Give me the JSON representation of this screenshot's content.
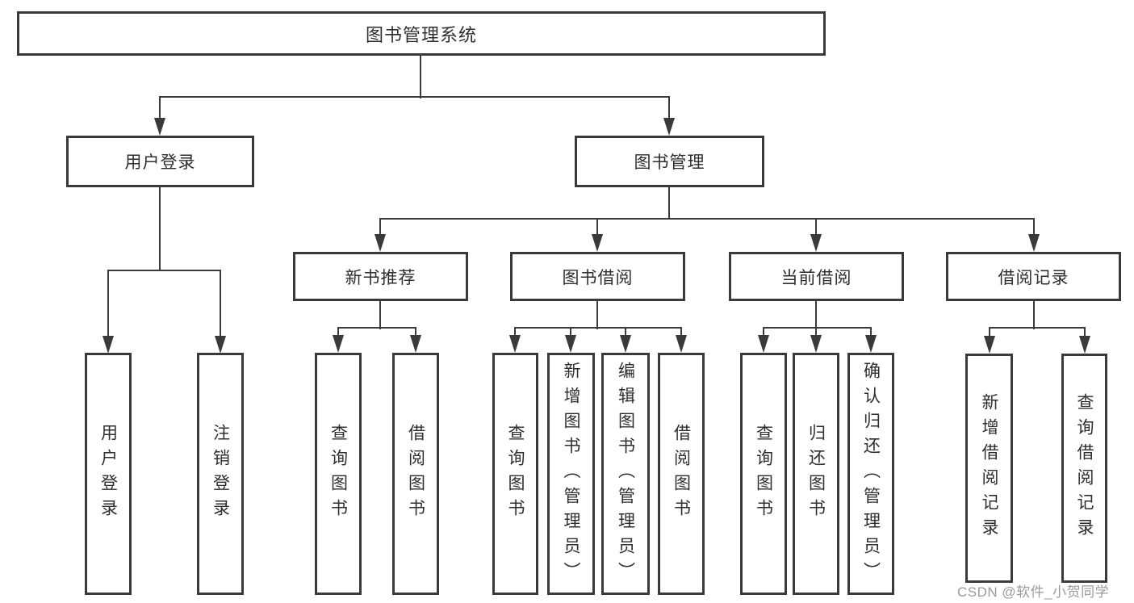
{
  "tree": {
    "label": "图书管理系统",
    "children": [
      {
        "label": "用户登录",
        "children": [
          {
            "label": "用户登录"
          },
          {
            "label": "注销登录"
          }
        ]
      },
      {
        "label": "图书管理",
        "children": [
          {
            "label": "新书推荐",
            "children": [
              {
                "label": "查询图书"
              },
              {
                "label": "借阅图书"
              }
            ]
          },
          {
            "label": "图书借阅",
            "children": [
              {
                "label": "查询图书"
              },
              {
                "label": "新增图书（管理员）"
              },
              {
                "label": "编辑图书（管理员）"
              },
              {
                "label": "借阅图书"
              }
            ]
          },
          {
            "label": "当前借阅",
            "children": [
              {
                "label": "查询图书"
              },
              {
                "label": "归还图书"
              },
              {
                "label": "确认归还（管理员）"
              }
            ]
          },
          {
            "label": "借阅记录",
            "children": [
              {
                "label": "新增借阅记录"
              },
              {
                "label": "查询借阅记录"
              }
            ]
          }
        ]
      }
    ]
  },
  "watermark": "CSDN @软件_小贺同学",
  "colors": {
    "line": "#3a3a3a",
    "text": "#2e2e31",
    "watermark": "#9b9b9b",
    "background": "#ffffff"
  }
}
